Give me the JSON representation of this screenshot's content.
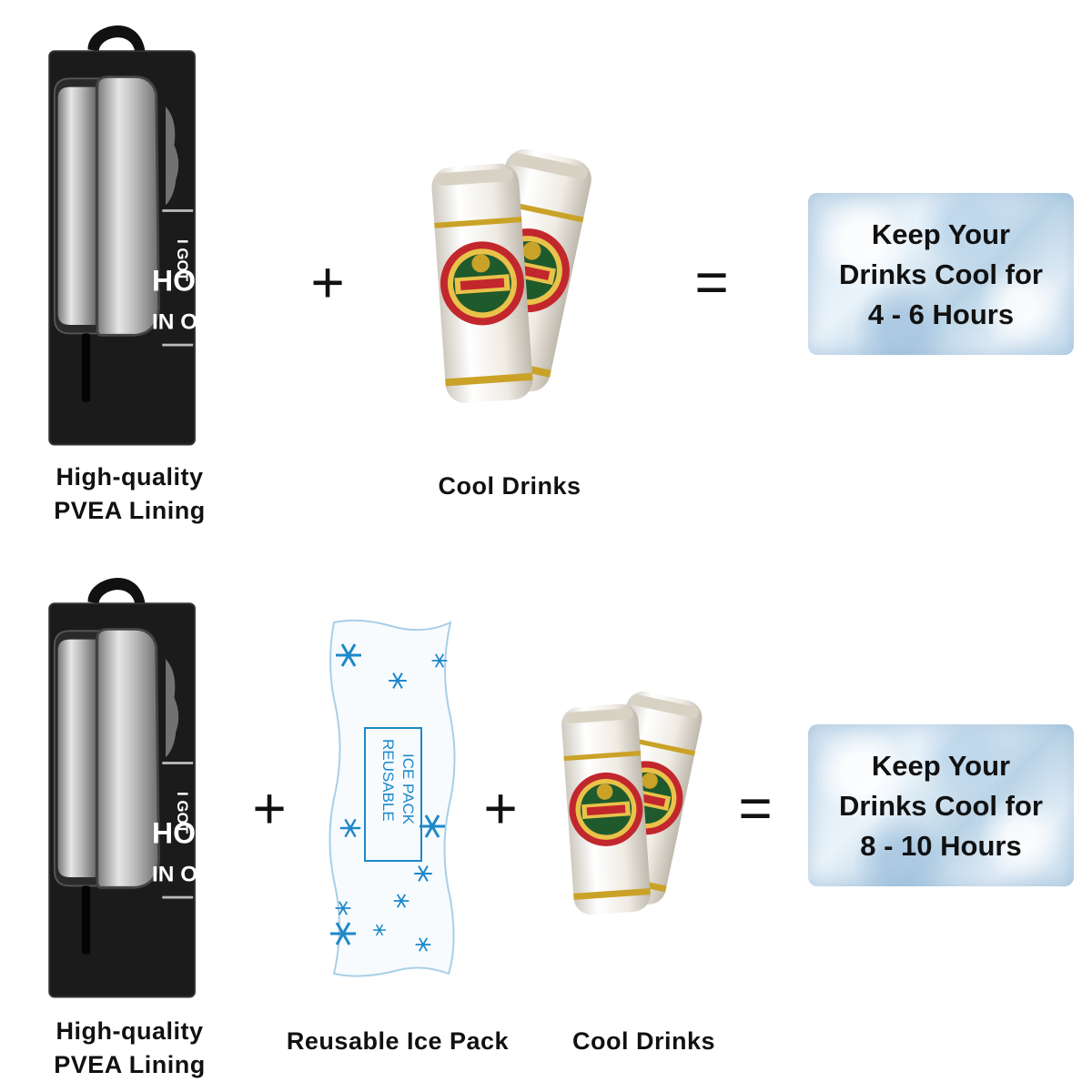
{
  "row1": {
    "bag_caption_line1": "High-quality",
    "bag_caption_line2": "PVEA Lining",
    "plus": "+",
    "drinks_caption": "Cool Drinks",
    "equals": "=",
    "result": {
      "line1": "Keep Your",
      "line2": "Drinks Cool for",
      "line3": "4 - 6 Hours"
    }
  },
  "row2": {
    "bag_caption_line1": "High-quality",
    "bag_caption_line2": "PVEA Lining",
    "plus1": "+",
    "icepack_label_line1": "REUSABLE",
    "icepack_label_line2": "ICE PACK",
    "icepack_caption": "Reusable Ice Pack",
    "plus2": "+",
    "drinks_caption": "Cool Drinks",
    "equals": "=",
    "result": {
      "line1": "Keep Your",
      "line2": "Drinks Cool for",
      "line3": "8 - 10 Hours"
    }
  },
  "bag_print": {
    "line1": "I GOT",
    "line2": "HO",
    "line3": "IN O"
  },
  "colors": {
    "bag": "#1b1b1b",
    "lining": "#c9c9c9",
    "can_body": "#f1efe9",
    "can_label_green": "#1f5a2c",
    "can_label_red": "#c2272d",
    "ice_blue": "#1e88c9"
  }
}
